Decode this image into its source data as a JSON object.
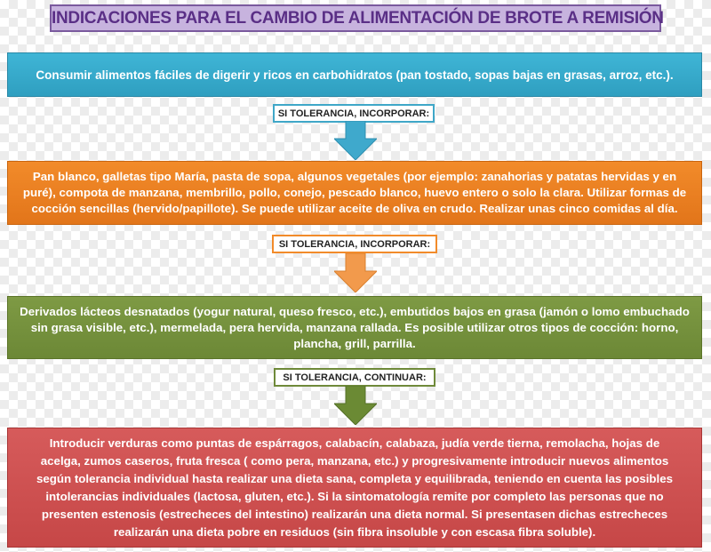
{
  "title": "INDICACIONES PARA EL CAMBIO DE ALIMENTACIÓN DE BROTE A REMISIÓN",
  "steps": [
    {
      "text": "Consumir alimentos fáciles de digerir y ricos en carbohidratos (pan tostado, sopas bajas en grasas, arroz, etc.).",
      "color": "#35aacd"
    },
    {
      "text": "Pan blanco, galletas tipo María, pasta de sopa, algunos vegetales (por ejemplo: zanahorias y patatas hervidas y en puré), compota de manzana, membrillo,  pollo, conejo, pescado blanco, huevo entero o solo la clara. Utilizar formas de cocción sencillas (hervido/papillote). Se puede utilizar aceite de oliva en crudo. Realizar unas cinco comidas al día.",
      "color": "#ec7f22"
    },
    {
      "text": "Derivados lácteos desnatados  (yogur natural, queso fresco, etc.), embutidos bajos en grasa (jamón o lomo embuchado sin grasa visible, etc.), mermelada, pera hervida, manzana rallada. Es posible utilizar otros tipos de cocción: horno, plancha, grill, parrilla.",
      "color": "#74903c"
    },
    {
      "text": "Introducir verduras como puntas de espárragos, calabacín, calabaza, judía verde tierna, remolacha, hojas de acelga, zumos caseros, fruta fresca ( como pera, manzana, etc.) y progresivamente introducir nuevos alimentos según tolerancia individual hasta realizar una dieta sana, completa y equilibrada, teniendo en cuenta las posibles intolerancias individuales (lactosa, gluten, etc.). Si la sintomatología remite por completo las personas que no presenten estenosis (estrecheces del intestino) realizarán una dieta normal. Si presentasen dichas estrecheces realizarán una dieta pobre en residuos (sin fibra insoluble y con escasa fibra soluble).",
      "color": "#cf5050"
    }
  ],
  "connectors": [
    {
      "label": "SI TOLERANCIA, INCORPORAR:",
      "arrow_color": "#3fa9cc"
    },
    {
      "label": "SI TOLERANCIA, INCORPORAR:",
      "arrow_color": "#f29a4c"
    },
    {
      "label": "SI TOLERANCIA, CONTINUAR:",
      "arrow_color": "#6b8a34"
    }
  ]
}
